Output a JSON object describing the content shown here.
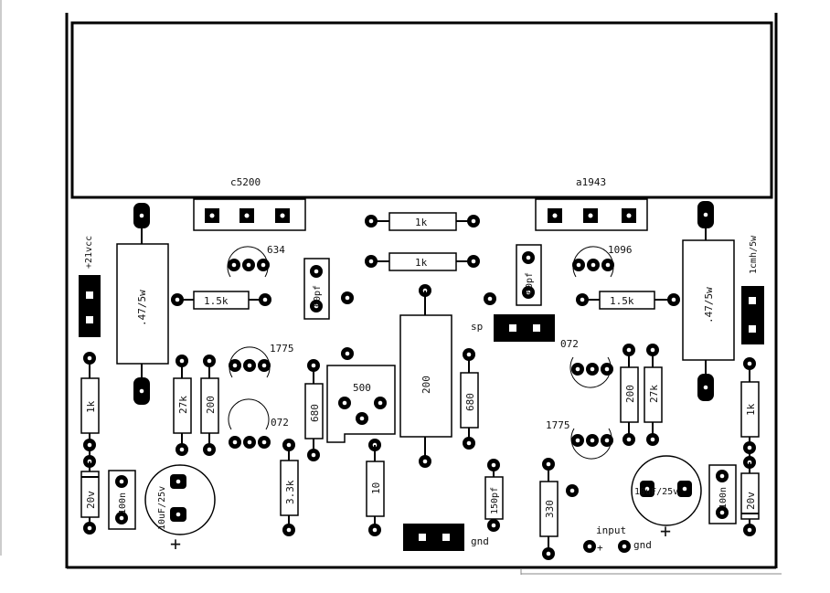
{
  "labels": {
    "c5200": "c5200",
    "a1943": "a1943",
    "r_1k_top": "1k",
    "r_1k_mid": "1k",
    "t634": "634",
    "t1096": "1096",
    "supply": "+21vcc",
    "coil": "1cmh/5w",
    "rp_left": ".47/5w",
    "rp_right": ".47/5w",
    "r1_5k_left": "1.5k",
    "r1_5k_right": "1.5k",
    "c60pf_left": "60pf",
    "c60pf_right": "60pf",
    "sp": "sp",
    "t1775_left": "1775",
    "t1775_right": "1775",
    "t072_left": "072",
    "t072_right": "072",
    "pot500": "500",
    "r200_center": "200",
    "r680_left": "680",
    "r680_right": "680",
    "r1k_left": "1k",
    "r1k_right": "1k",
    "r27k_left": "27k",
    "r27k_right": "27k",
    "r200_left": "200",
    "r200_right": "200",
    "z20v_left": "20v",
    "z20v_right": "20v",
    "c100n_left": "100n",
    "c100n_right": "100n",
    "cap_left": "10uF/25v",
    "cap_right": "10uF/25v",
    "r3_3k": "3.3k",
    "r10": "10",
    "c150pf": "150pf",
    "r330": "330",
    "gnd_center": "gnd",
    "input": "input",
    "plus": "+",
    "gnd_input": "gnd",
    "cap_plus_left": "+",
    "cap_plus_right": "+"
  }
}
